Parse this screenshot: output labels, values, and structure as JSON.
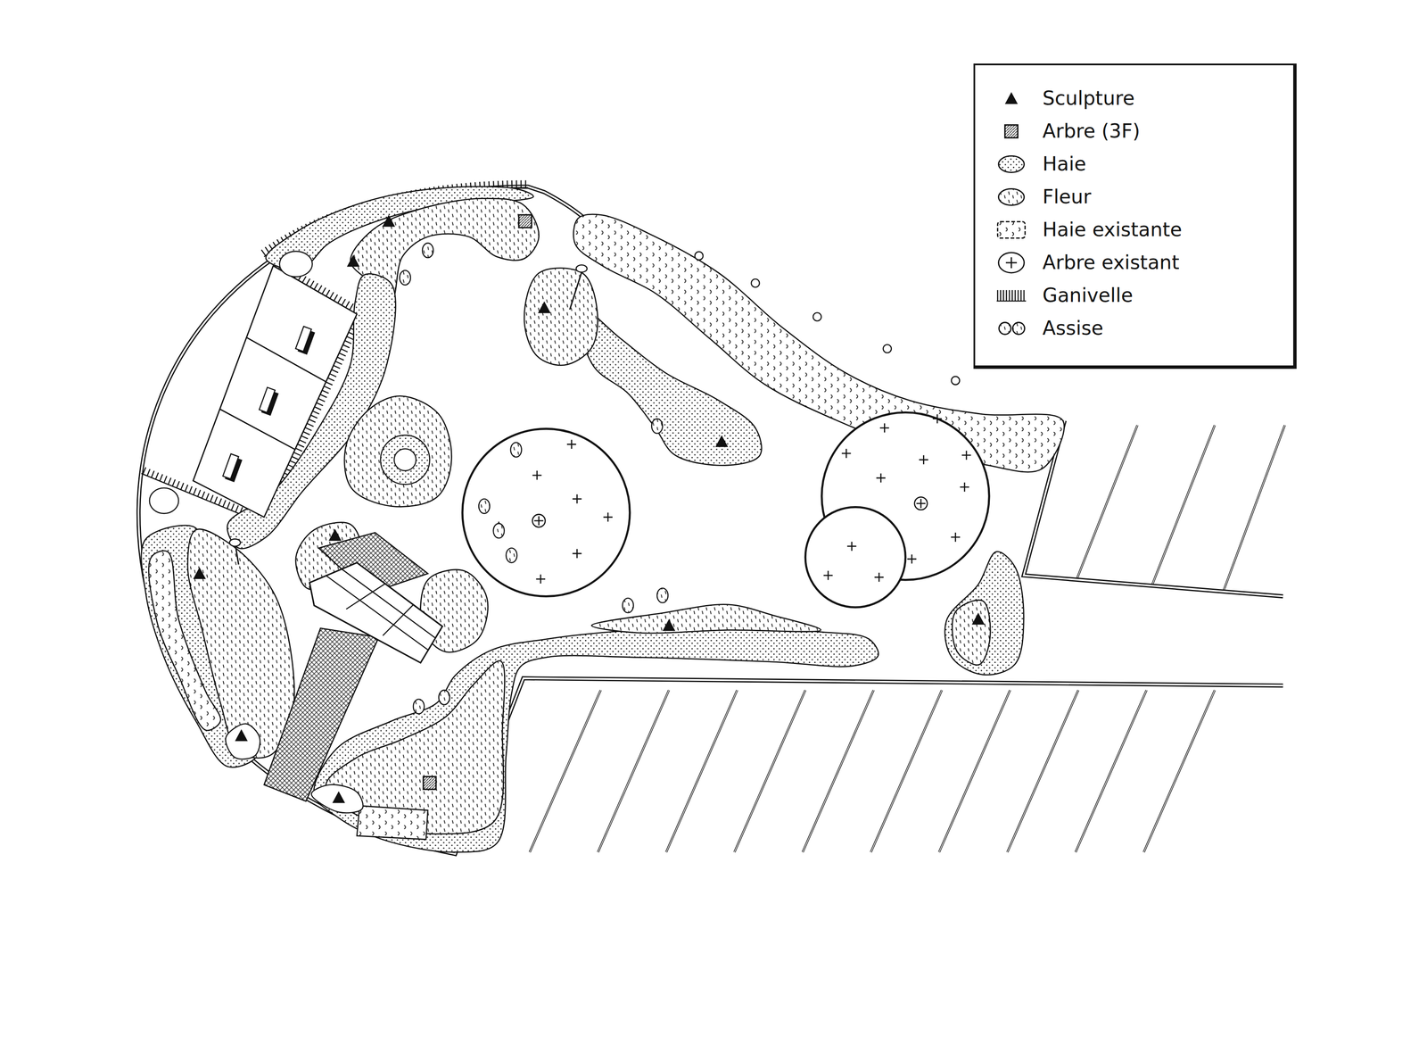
{
  "diagram": {
    "legend": [
      {
        "text": "Sculpture"
      },
      {
        "text": "Arbre (3F)"
      },
      {
        "text": "Haie"
      },
      {
        "text": "Fleur"
      },
      {
        "text": "Haie existante"
      },
      {
        "text": "Arbre existant"
      },
      {
        "text": "Ganivelle"
      },
      {
        "text": "Assise"
      }
    ]
  }
}
